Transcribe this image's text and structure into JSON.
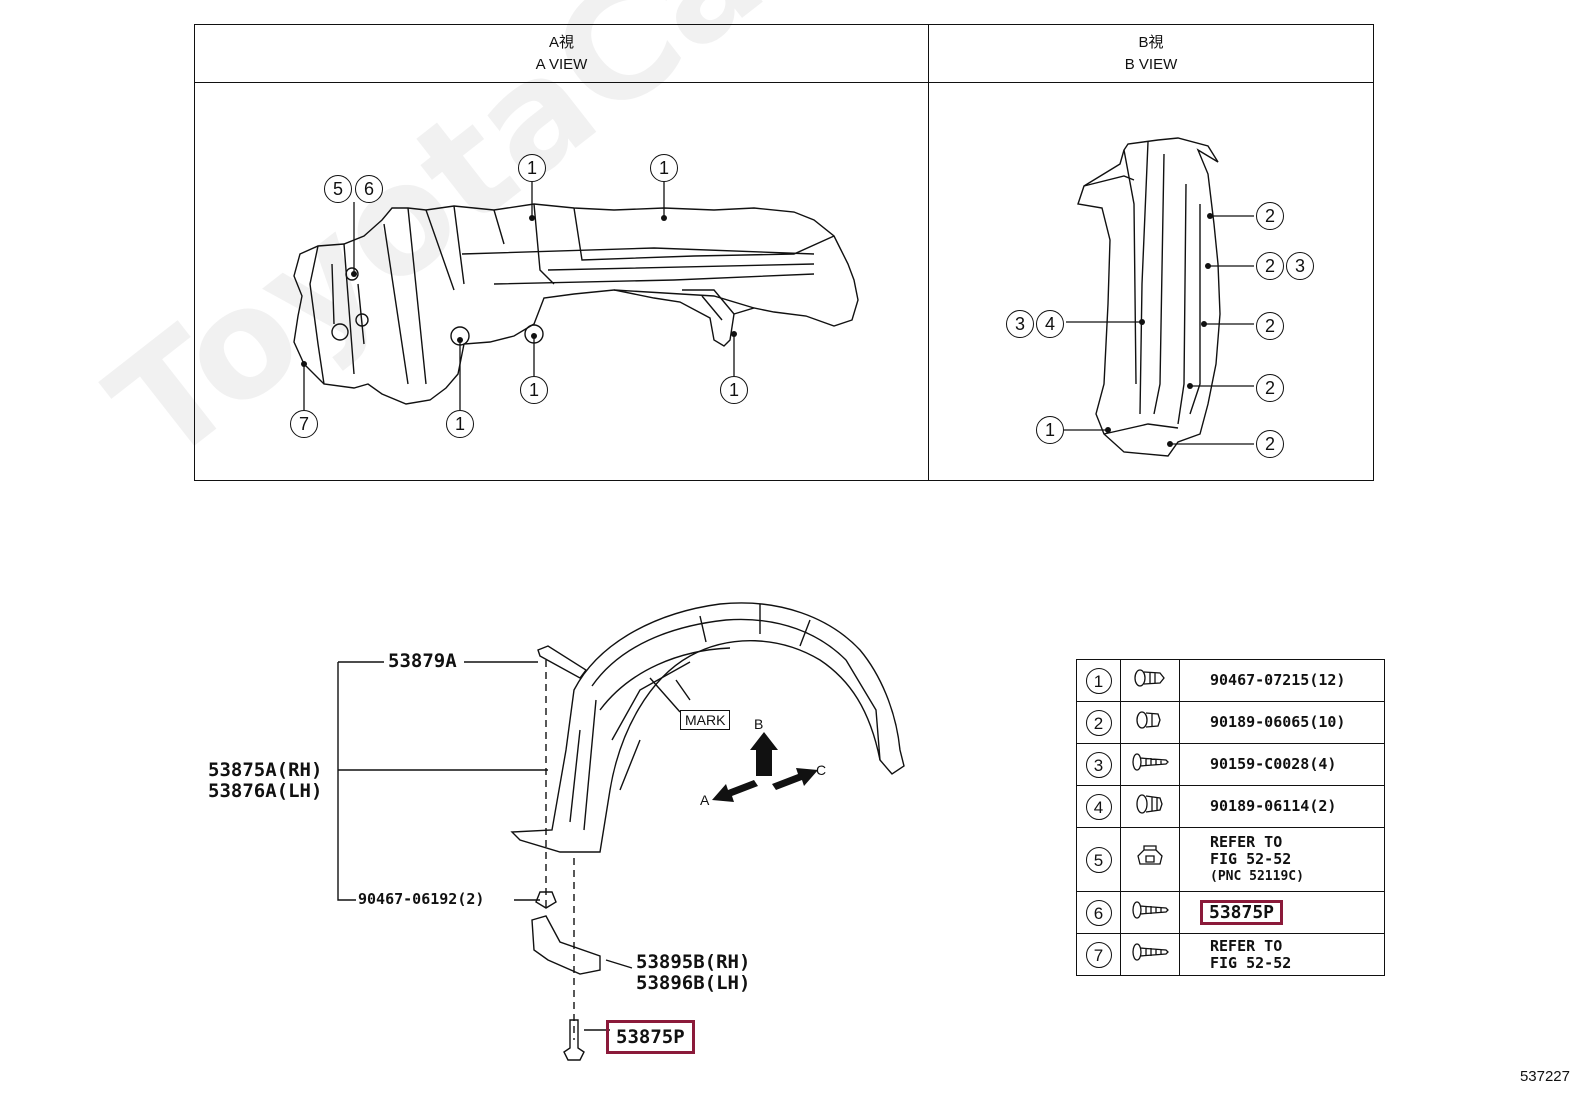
{
  "top_panels": {
    "a_view": {
      "jp": "A視",
      "en": "A VIEW"
    },
    "b_view": {
      "jp": "B視",
      "en": "B VIEW"
    }
  },
  "a_view_callouts": [
    "1",
    "1",
    "5",
    "6",
    "1",
    "1",
    "1",
    "7"
  ],
  "b_view_callouts": [
    "2",
    "2",
    "3",
    "3",
    "4",
    "2",
    "2",
    "1",
    "2"
  ],
  "parts": {
    "bracket": "53879A",
    "liner_rh": "53875A(RH)",
    "liner_lh": "53876A(LH)",
    "clip": "90467-06192(2)",
    "splash_rh": "53895B(RH)",
    "splash_lh": "53896B(LH)",
    "screw": "53875P"
  },
  "mark_label": "MARK",
  "directions": {
    "a": "A",
    "b": "B",
    "c": "C"
  },
  "legend": [
    {
      "num": "1",
      "icon": "push-clip-icon",
      "pn": "90467-07215(12)"
    },
    {
      "num": "2",
      "icon": "grommet-clip-icon",
      "pn": "90189-06065(10)"
    },
    {
      "num": "3",
      "icon": "screw-icon",
      "pn": "90159-C0028(4)"
    },
    {
      "num": "4",
      "icon": "grommet-clip-icon",
      "pn": "90189-06114(2)"
    },
    {
      "num": "5",
      "icon": "nut-clip-icon",
      "pn_lines": [
        "REFER TO",
        "FIG 52-52",
        "(PNC 52119C)"
      ]
    },
    {
      "num": "6",
      "icon": "screw-icon",
      "pn": "53875P"
    },
    {
      "num": "7",
      "icon": "screw-icon",
      "pn_lines": [
        "REFER TO",
        "FIG 52-52"
      ]
    }
  ],
  "watermark": "ToyotaCarMirror.ru",
  "figure_id": "537227",
  "colors": {
    "highlight": "#8b1a3a",
    "line": "#111111"
  }
}
